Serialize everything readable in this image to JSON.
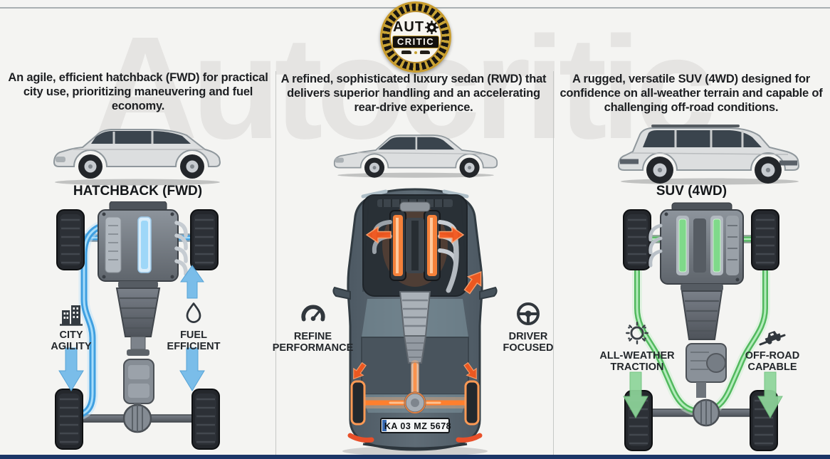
{
  "watermark": {
    "text": "Autocritic"
  },
  "logo": {
    "brand_top": "AUT",
    "brand_bottom": "CRITIC"
  },
  "colors": {
    "fwd_accent": "#3f9fe0",
    "rwd_accent": "#f4581e",
    "awd_accent": "#52b95e",
    "bottom_bar": "#1b3667"
  },
  "columns": [
    {
      "id": "hatchback-fwd",
      "description": "An agile, efficient hatchback (FWD) for practical\ncity use, prioritizing maneuvering and fuel economy.",
      "car_label": "HATCHBACK (FWD)",
      "features": [
        {
          "icon": "city-buildings-icon",
          "line1": "CITY",
          "line2": "AGILITY"
        },
        {
          "icon": "water-drop-icon",
          "line1": "FUEL",
          "line2": "EFFICIENT"
        }
      ]
    },
    {
      "id": "luxury-sedan-rwd",
      "description": "A refined, sophisticated luxury sedan (RWD) that\ndelivers superior handling and an accelerating\nrear-drive experience.",
      "license_plate": "KA 03 MZ 5678",
      "features": [
        {
          "icon": "speed-gauge-icon",
          "line1": "REFINE",
          "line2": "PERFORMANCE"
        },
        {
          "icon": "steering-wheel-icon",
          "line1": "DRIVER",
          "line2": "FOCUSED"
        }
      ]
    },
    {
      "id": "suv-4wd",
      "description": "A rugged, versatile SUV (4WD) designed for\nconfidence on all-weather terrain and capable of\nchallenging off-road conditions.",
      "car_label": "SUV (4WD)",
      "features": [
        {
          "icon": "all-weather-sun-icon",
          "line1": "ALL-WEATHER",
          "line2": "TRACTION"
        },
        {
          "icon": "offroad-vehicle-icon",
          "line1": "OFF-ROAD",
          "line2": "CAPABLE"
        }
      ]
    }
  ]
}
